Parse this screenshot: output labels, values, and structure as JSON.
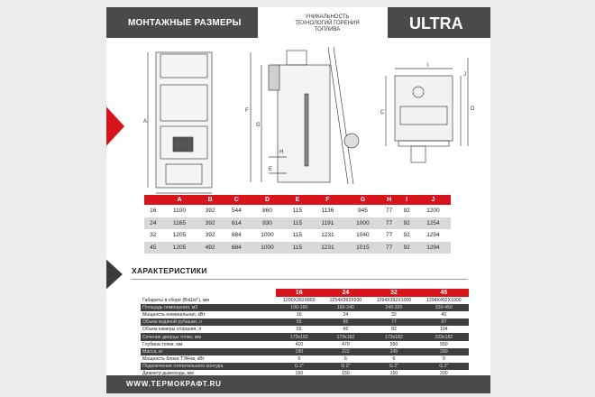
{
  "header": {
    "left_title": "МОНТАЖНЫЕ РАЗМЕРЫ",
    "center_line1": "УНИКАЛЬНОСТЬ",
    "center_line2": "ТЕХНОЛОГИЙ ГОРЕНИЯ",
    "center_line3": "ТОПЛИВА",
    "brand": "ULTRA"
  },
  "drawing_labels": {
    "a": "A",
    "b": "B",
    "c": "C",
    "d": "D",
    "e": "E",
    "f": "F",
    "g": "G",
    "h": "H",
    "i": "I",
    "j": "J"
  },
  "dimensions": {
    "headers": [
      "",
      "A",
      "B",
      "C",
      "D",
      "E",
      "F",
      "G",
      "H",
      "I",
      "J"
    ],
    "rows": [
      [
        "16",
        "1100",
        "392",
        "544",
        "860",
        "115",
        "1136",
        "945",
        "77",
        "92",
        "1200"
      ],
      [
        "24",
        "1165",
        "392",
        "614",
        "930",
        "115",
        "1191",
        "1000",
        "77",
        "92",
        "1254"
      ],
      [
        "32",
        "1205",
        "392",
        "684",
        "1000",
        "115",
        "1231",
        "1040",
        "77",
        "92",
        "1294"
      ],
      [
        "45",
        "1205",
        "492",
        "684",
        "1000",
        "115",
        "1231",
        "1015",
        "77",
        "92",
        "1294"
      ]
    ]
  },
  "specs": {
    "title": "ХАРАКТЕРИСТИКИ",
    "columns": [
      "16",
      "24",
      "32",
      "45"
    ],
    "rows": [
      {
        "label": "Габариты в сборе (ВхШхГ), мм",
        "values": [
          "1200Х392Х860",
          "1254Х392Х930",
          "1294Х392Х1000",
          "1294Х492Х1000"
        ]
      },
      {
        "label": "Площадь помещения, м2",
        "values": [
          "100-160",
          "160-240",
          "240-320",
          "320-450"
        ]
      },
      {
        "label": "Мощность номинальная, кВт",
        "values": [
          "16",
          "24",
          "32",
          "45"
        ]
      },
      {
        "label": "Объем водяной рубашки, л",
        "values": [
          "55",
          "65",
          "77",
          "97"
        ]
      },
      {
        "label": "Объем камеры сгорания, л",
        "values": [
          "55",
          "66",
          "82",
          "104"
        ]
      },
      {
        "label": "Сечение дверцы топки, мм",
        "values": [
          "173х182",
          "173х182",
          "173х182",
          "223х182"
        ]
      },
      {
        "label": "Глубина топки, мм",
        "values": [
          "410",
          "470",
          "550",
          "550"
        ]
      },
      {
        "label": "Масса, кг",
        "values": [
          "190",
          "222",
          "245",
          "290"
        ]
      },
      {
        "label": "Мощность блока ТЭНов, кВт",
        "values": [
          "6",
          "6",
          "6",
          "9"
        ]
      },
      {
        "label": "Подключение отопительного контура",
        "values": [
          "G 2\"",
          "G 2\"",
          "G 2\"",
          "G 2\""
        ]
      },
      {
        "label": "Диаметр дымохода, мм",
        "values": [
          "150",
          "150",
          "150",
          "200"
        ]
      }
    ]
  },
  "footer": {
    "url": "WWW.ТЕРМОКРАФТ.RU"
  },
  "colors": {
    "accent": "#d7131b",
    "dark": "#4a4a4a",
    "row_alt": "#d9d9d9"
  }
}
